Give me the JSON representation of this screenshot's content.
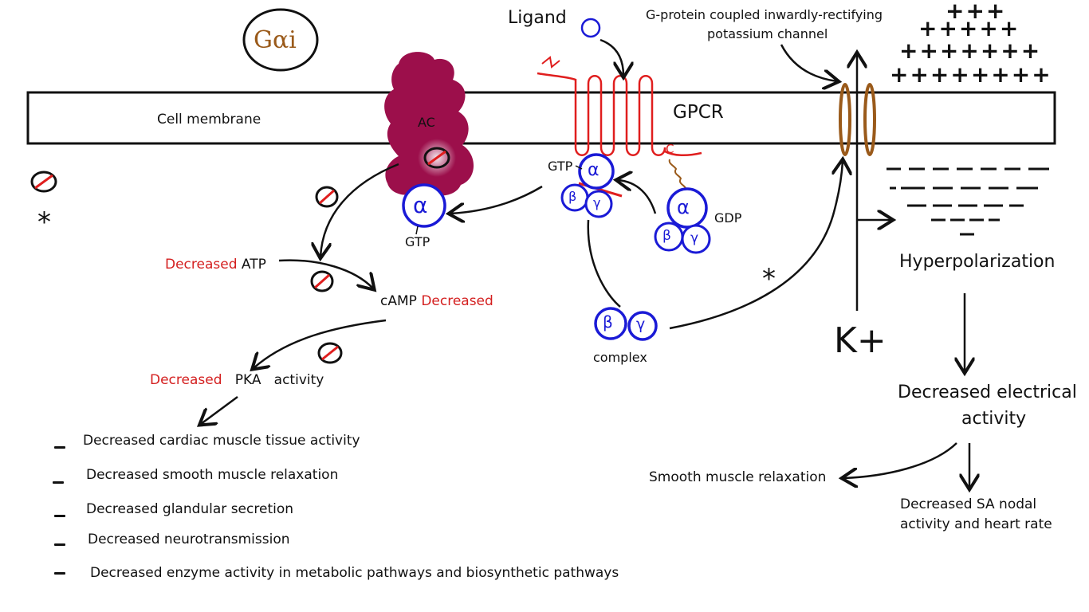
{
  "title_logo": "Gαi",
  "membrane": {
    "label": "Cell membrane",
    "ac_label": "AC",
    "gpcr_label": "GPCR",
    "n_term": "N",
    "c_term": "C"
  },
  "ligand": {
    "label": "Ligand"
  },
  "channel": {
    "label_line1": "G-protein coupled inwardly-rectifying",
    "label_line2": "potassium channel",
    "ion": "K+"
  },
  "gprotein": {
    "alpha_symbol": "α",
    "beta_symbol": "β",
    "gamma_symbol": "γ",
    "gtp_left": "GTP",
    "gtp_center": "GTP",
    "gdp": "GDP",
    "complex": "complex"
  },
  "legend": {
    "asterisk": "*"
  },
  "pathway": {
    "atp_decreased": "Decreased",
    "atp": "ATP",
    "camp": "cAMP",
    "camp_decreased": "Decreased",
    "pka_decreased": "Decreased",
    "pka": "PKA",
    "pka_activity": "activity",
    "effects": [
      "Decreased cardiac muscle tissue activity",
      "Decreased smooth muscle relaxation",
      "Decreased glandular secretion",
      "Decreased neurotransmission",
      "Decreased enzyme activity in metabolic pathways and biosynthetic pathways"
    ]
  },
  "right": {
    "charges_outside": [
      "+++",
      "+++++",
      "+++++++",
      "++++++++"
    ],
    "hyperpolarization": "Hyperpolarization",
    "decreased_line1": "Decreased electrical",
    "decreased_line2": "activity",
    "smooth": "Smooth muscle relaxation",
    "sa_line1": "Decreased SA nodal",
    "sa_line2": "activity and heart rate",
    "asterisk": "*"
  },
  "colors": {
    "ac": "#9c0f4b",
    "gprotein": "#1a1ad6",
    "gpcr": "#e01e1e",
    "channel": "#9a5a1a",
    "decreased": "#d42020"
  }
}
